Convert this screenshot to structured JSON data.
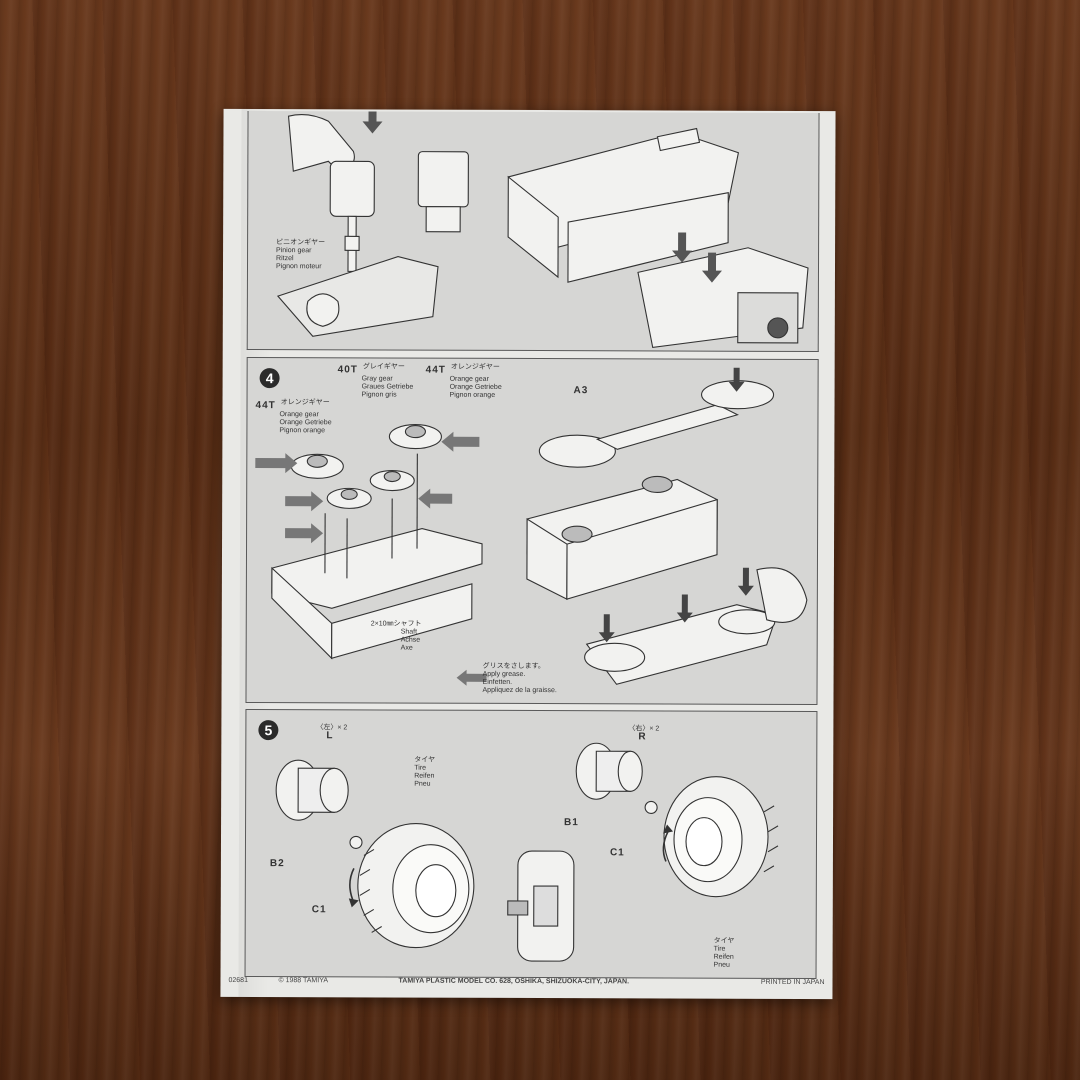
{
  "top_panel": {
    "pinion_label": {
      "jp": "ピニオンギヤー",
      "en": "Pinion gear",
      "de": "Ritzel",
      "fr": "Pignon moteur"
    }
  },
  "step4": {
    "number": "4",
    "gray_gear": {
      "count": "40T",
      "jp": "グレイギヤー",
      "en": "Gray gear",
      "de": "Graues Getriebe",
      "fr": "Pignon gris"
    },
    "orange_gear_right": {
      "count": "44T",
      "jp": "オレンジギヤー",
      "en": "Orange gear",
      "de": "Orange Getriebe",
      "fr": "Pignon orange"
    },
    "orange_gear_left": {
      "count": "44T",
      "jp": "オレンジギヤー",
      "en": "Orange gear",
      "de": "Orange Getriebe",
      "fr": "Pignon orange"
    },
    "shaft": {
      "jp": "2×10㎜シャフト",
      "en": "Shaft",
      "de": "Achse",
      "fr": "Axe"
    },
    "part_a3": "A3",
    "grease": {
      "jp": "グリスをさします。",
      "en": "Apply grease.",
      "de": "Einfetten.",
      "fr": "Appliquez de la graisse."
    }
  },
  "step5": {
    "number": "5",
    "left": {
      "qty": "〈左〉× 2",
      "side": "L",
      "tire": {
        "jp": "タイヤ",
        "en": "Tire",
        "de": "Reifen",
        "fr": "Pneu"
      },
      "hub": "B2",
      "cap": "C1"
    },
    "right": {
      "qty": "〈右〉× 2",
      "side": "R",
      "tire": {
        "jp": "タイヤ",
        "en": "Tire",
        "de": "Reifen",
        "fr": "Pneu"
      },
      "hub": "B1",
      "cap": "C1"
    }
  },
  "footer": {
    "code": "02681",
    "copyright": "© 1988 TAMIYA",
    "company": "TAMIYA PLASTIC MODEL CO. 628, OSHIKA, SHIZUOKA-CITY, JAPAN.",
    "printed": "PRINTED IN JAPAN"
  }
}
